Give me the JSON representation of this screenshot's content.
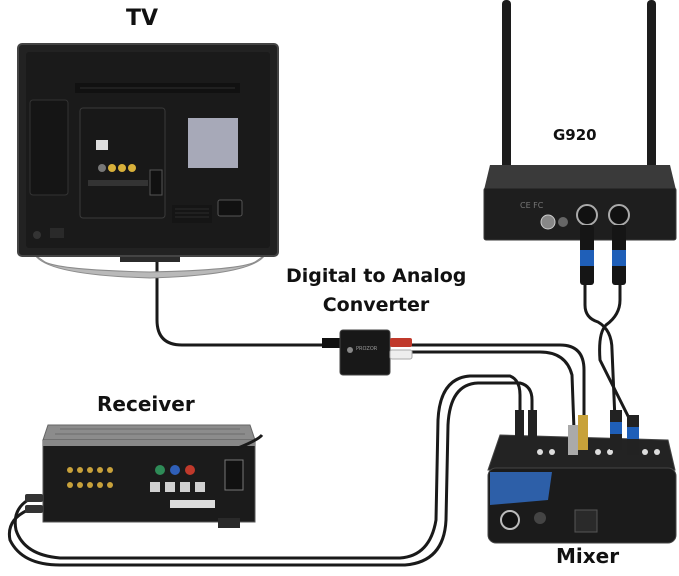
{
  "labels": {
    "tv": "TV",
    "g920": "G920",
    "dac_line1": "Digital to Analog",
    "dac_line2": "Converter",
    "receiver": "Receiver",
    "mixer": "Mixer"
  },
  "device_markings": {
    "g920_logo": "CE FC",
    "dac_brand": "PROZOR"
  },
  "colors": {
    "device_body": "#1c1c1c",
    "tv_bezel": "#2a2a2a",
    "stand": "#b9b9b9",
    "cable": "#1a1a1a",
    "xlr_blue": "#1f5fb8",
    "mixer_blue": "#2d5fa8",
    "rca_red": "#c0392b",
    "rca_white": "#eeeeee",
    "receiver_silver": "#9a9a9a"
  }
}
